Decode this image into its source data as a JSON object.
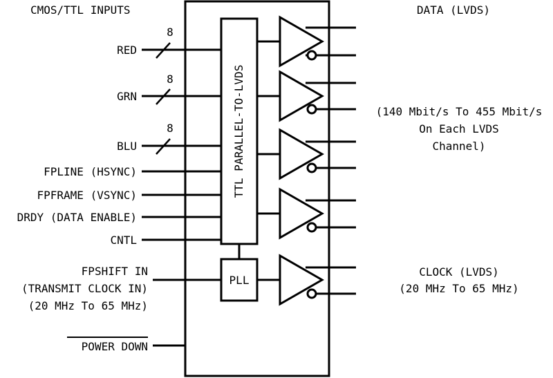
{
  "header": {
    "inputs_title": "CMOS/TTL INPUTS",
    "data_title": "DATA (LVDS)"
  },
  "inputs": {
    "red": {
      "label": "RED",
      "width": "8"
    },
    "grn": {
      "label": "GRN",
      "width": "8"
    },
    "blu": {
      "label": "BLU",
      "width": "8"
    },
    "fpline": "FPLINE (HSYNC)",
    "fpframe": "FPFRAME (VSYNC)",
    "drdy": "DRDY (DATA ENABLE)",
    "cntl": "CNTL",
    "fpshift": [
      "FPSHIFT IN",
      "(TRANSMIT CLOCK IN)",
      "(20 MHz To 65 MHz)"
    ],
    "power_down": "POWER DOWN"
  },
  "blocks": {
    "converter": "TTL PARALLEL-TO-LVDS",
    "pll": "PLL"
  },
  "data_rate": [
    "(140 Mbit/s To 455 Mbit/s",
    "On Each LVDS",
    "Channel)"
  ],
  "clock": [
    "CLOCK (LVDS)",
    "(20 MHz To 65 MHz)"
  ]
}
